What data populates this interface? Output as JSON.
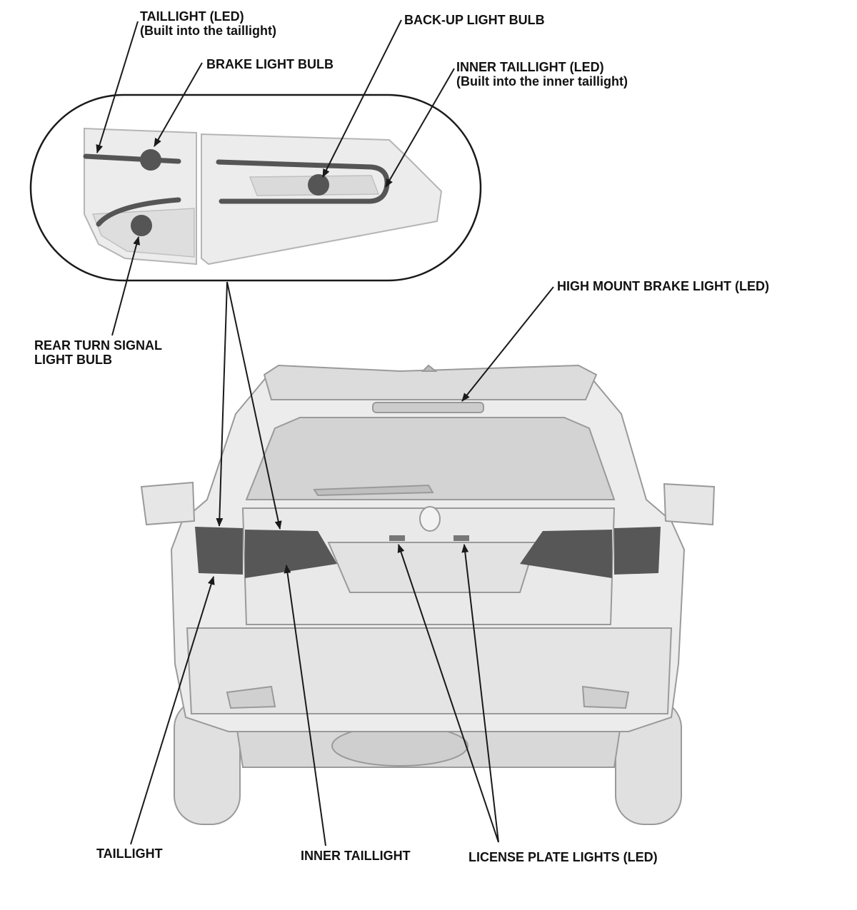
{
  "labels": {
    "taillight_led": [
      "TAILLIGHT (LED)",
      "(Built into the taillight)"
    ],
    "brake_light_bulb": "BRAKE LIGHT BULB",
    "backup_light_bulb": "BACK-UP LIGHT BULB",
    "inner_taillight_led": [
      "INNER TAILLIGHT (LED)",
      "(Built into the inner taillight)"
    ],
    "high_mount_brake_light": "HIGH MOUNT BRAKE LIGHT (LED)",
    "rear_turn_signal": [
      "REAR TURN SIGNAL",
      "LIGHT BULB"
    ],
    "taillight": "TAILLIGHT",
    "inner_taillight": "INNER TAILLIGHT",
    "license_plate_lights": "LICENSE PLATE LIGHTS (LED)"
  },
  "colors": {
    "line": "#1a1a1a",
    "vehicle_fill": "#e6e6e6",
    "vehicle_stroke": "#9a9a9a",
    "lens_dark": "#575757",
    "bulb_dot": "#555555"
  }
}
